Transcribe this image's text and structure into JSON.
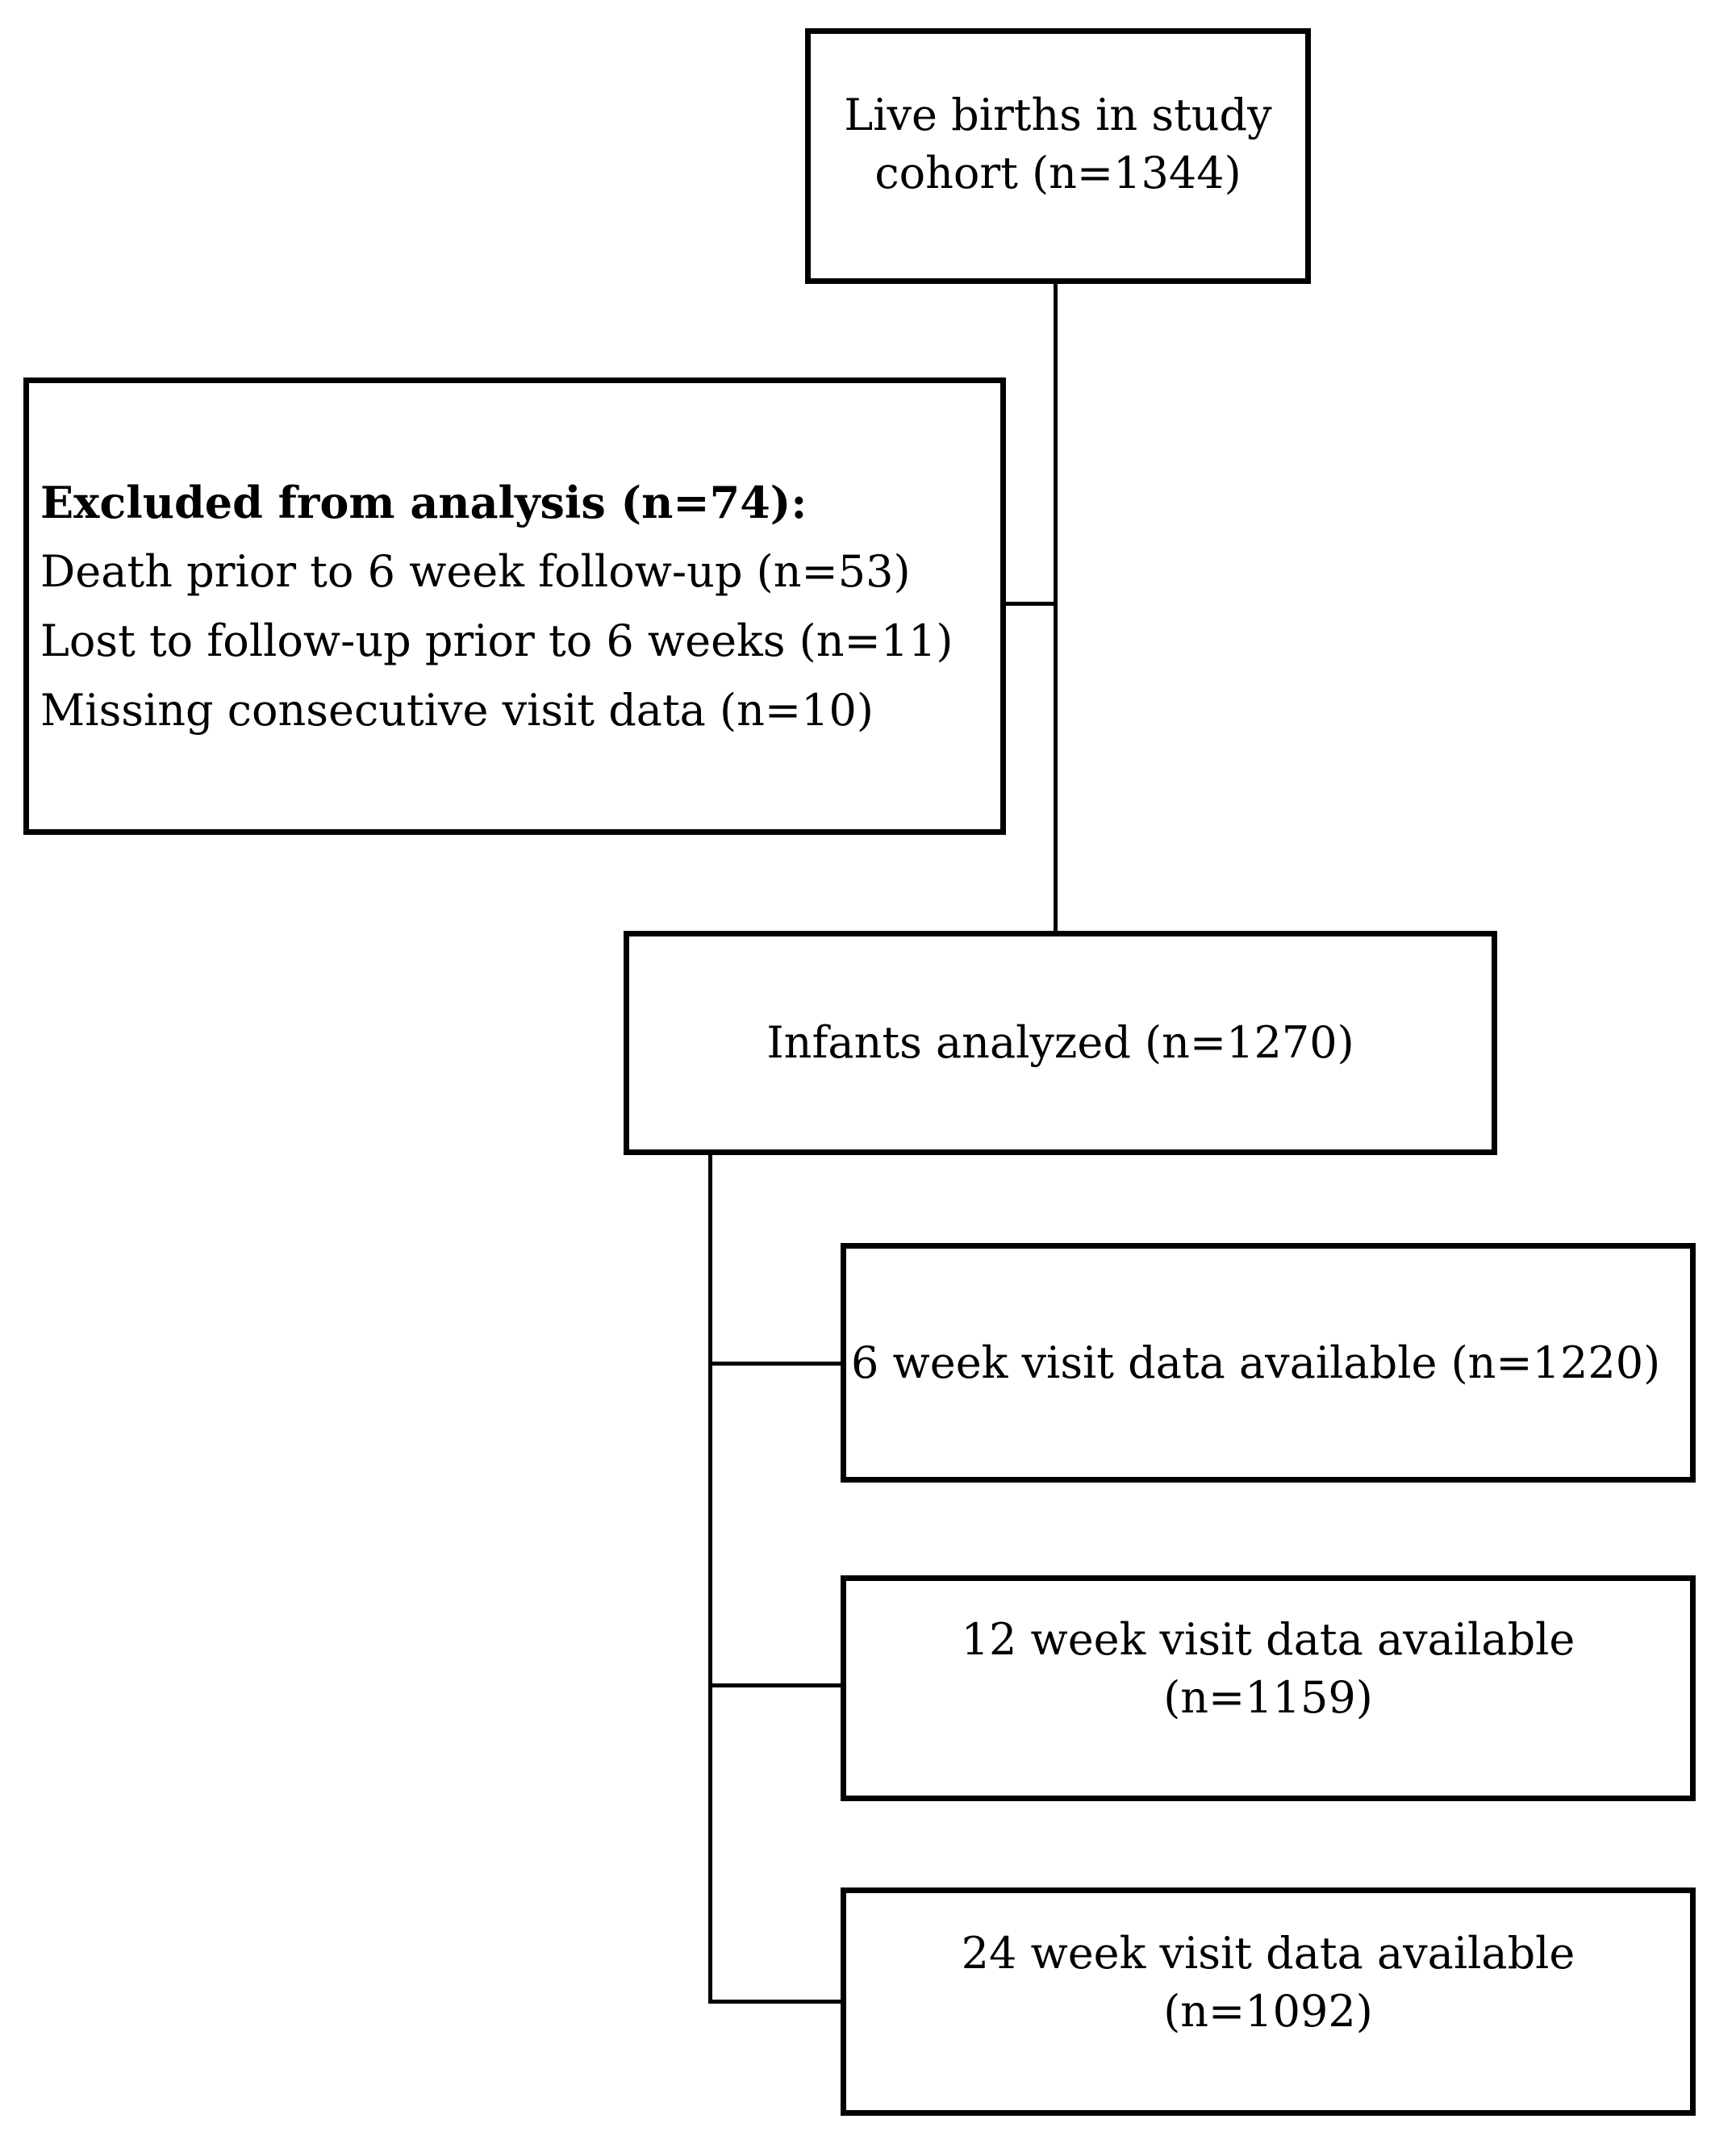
{
  "diagram": {
    "type": "flowchart",
    "background_color": "#ffffff",
    "line_color": "#000000",
    "boxes": {
      "live_births": {
        "line1": "Live births in study",
        "line2": "cohort (n=1344)",
        "n": 1344
      },
      "excluded": {
        "title": "Excluded from analysis (n=74):",
        "n": 74,
        "items": [
          "Death prior to 6 week follow-up (n=53)",
          "Lost to follow-up prior to 6 weeks (n=11)",
          "Missing consecutive visit data (n=10)"
        ],
        "item_ns": [
          53,
          11,
          10
        ]
      },
      "infants_analyzed": {
        "text": "Infants analyzed (n=1270)",
        "n": 1270
      },
      "week6": {
        "text": "6 week visit data available (n=1220)",
        "n": 1220
      },
      "week12": {
        "line1": "12 week visit data available",
        "line2": "(n=1159)",
        "n": 1159
      },
      "week24": {
        "line1": "24 week visit data available",
        "line2": "(n=1092)",
        "n": 1092
      }
    }
  }
}
